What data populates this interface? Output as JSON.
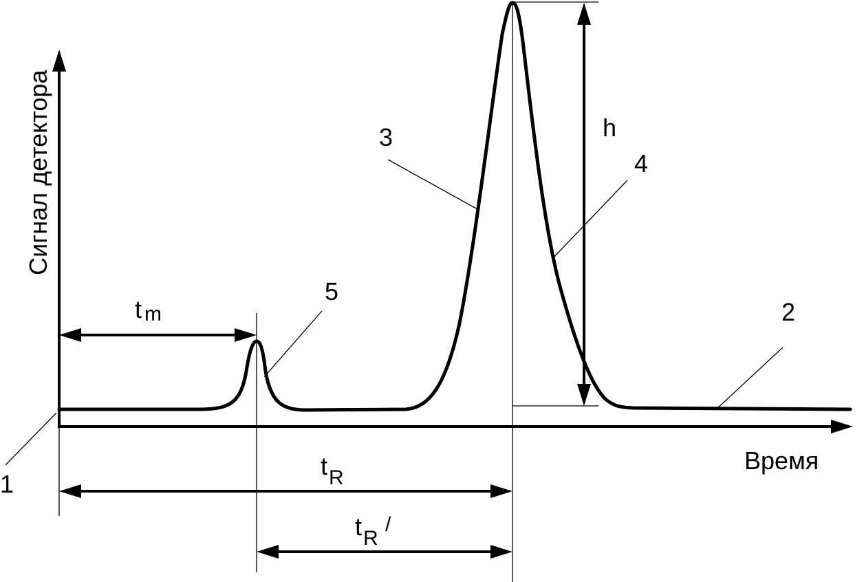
{
  "labels": {
    "y_axis": "Сигнал детектора",
    "x_axis": "Время",
    "n1": "1",
    "n2": "2",
    "n3": "3",
    "n4": "4",
    "n5": "5",
    "h": "h",
    "tm_main": "t",
    "tm_sub": "m",
    "tR_main": "t",
    "tR_sub": "R",
    "tRp_main": "t",
    "tRp_sub": "R",
    "tRp_prime": "/"
  },
  "colors": {
    "ink": "#000000",
    "background": "#ffffff"
  }
}
